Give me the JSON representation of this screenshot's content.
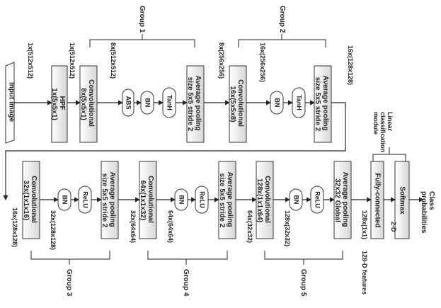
{
  "groups": {
    "g1": "Group 1",
    "g2": "Group 2",
    "g3": "Group 3",
    "g4": "Group 4",
    "g5": "Group 5"
  },
  "row1": {
    "input_image": "Input image",
    "hpf": [
      "HPF",
      "1x(5x5x1)"
    ],
    "conv1": [
      "Convolutional",
      "8x(5x5x1)"
    ],
    "abs": "ABS",
    "bn1": "BN",
    "tanh1": "TanH",
    "pool1": [
      "Average pooling",
      "size 5x5 stride 2"
    ],
    "conv2": [
      "Convolutional",
      "16x(5x5x8)"
    ],
    "bn2": "BN",
    "tanh2": "TanH",
    "pool2": [
      "Average pooling",
      "size 5x5 stride 2"
    ],
    "dims": {
      "d0": "1x(512x512)",
      "d1": "1x(512x512)",
      "d2": "8x(512x512)",
      "d3": "8x(256x256)",
      "d4": "16x(256x256)",
      "d5": "16x(128x128)"
    }
  },
  "row2": {
    "conv3": [
      "Convolutional",
      "32x(1x1x16)"
    ],
    "bn3": "BN",
    "relu3": "ReLU",
    "pool3": [
      "Average pooling",
      "size 5x5 stride 2"
    ],
    "conv4": [
      "Convolutional",
      "64x(1x1x32)"
    ],
    "bn4": "BN",
    "relu4": "ReLU",
    "pool4": [
      "Average pooling",
      "size 5x5 stride 2"
    ],
    "conv5": [
      "Convolutional",
      "128x(1x1x64)"
    ],
    "bn5": "BN",
    "relu5": "ReLU",
    "pool5": [
      "Average pooling",
      "32x32 Global"
    ],
    "fc": "Fully-connected",
    "softmax": "Softmax",
    "dims": {
      "d0": "16x(128x128)",
      "d1": "32x(128x128)",
      "d2": "32x(64x64)",
      "d3": "64x(64x64)",
      "d4": "64x(32x32)",
      "d5": "128x(32x32)",
      "d6": "128x(1x1)"
    },
    "two_d": "2-D",
    "features": "128-D features",
    "linear_module": [
      "Linear",
      "classification",
      "module"
    ],
    "class_probs": [
      "Class",
      "probabilities"
    ]
  }
}
